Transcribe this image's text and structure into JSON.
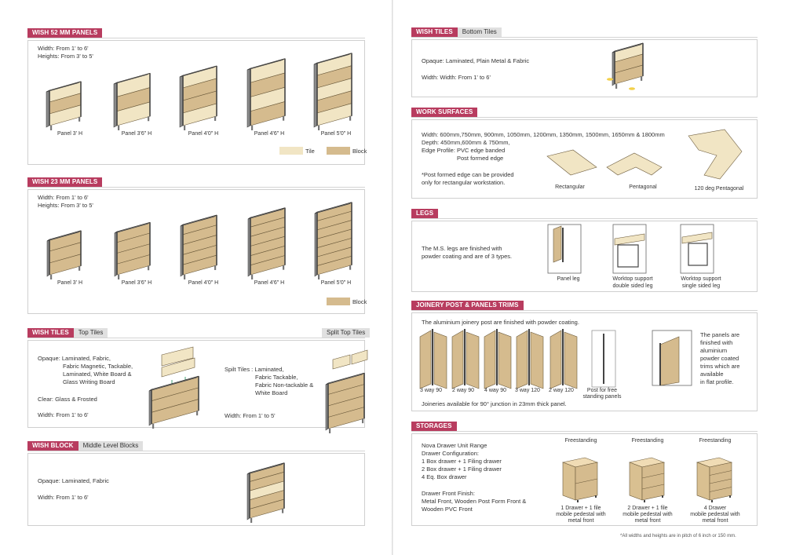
{
  "colors": {
    "accent": "#b83c5f",
    "tile": "#f1e5c4",
    "block": "#d5bb8e",
    "frame": "#666666"
  },
  "panels52": {
    "title": "WISH 52 MM PANELS",
    "width": "Width: From 1' to 6'",
    "heights": "Heights: From 3' to 5'",
    "captions": [
      "Panel 3' H",
      "Panel 3'6\" H",
      "Panel 4'0\" H",
      "Panel 4'6\" H",
      "Panel 5'0\" H"
    ],
    "legend_tile": "Tile",
    "legend_block": "Block"
  },
  "panels23": {
    "title": "WISH 23 MM PANELS",
    "width": "Width: From 1' to 6'",
    "heights": "Heights: From 3' to 5'",
    "captions": [
      "Panel 3' H",
      "Panel 3'6\" H",
      "Panel 4'0\" H",
      "Panel 4'6\" H",
      "Panel 5'0\" H"
    ],
    "legend_block": "Block"
  },
  "tiles_top": {
    "title": "WISH TILES",
    "subtitle": "Top Tiles",
    "split_label": "Split Top Tiles",
    "opaque": [
      "Opaque: Laminated, Fabric,",
      "Fabric Magnetic, Tackable,",
      "Laminated, White Board &",
      "Glass Writing Board"
    ],
    "clear": "Clear: Glass & Frosted",
    "width": "Width: From 1' to 6'",
    "split": [
      "Spilt Tiles : Laminated,",
      "Fabric Tackable,",
      "Fabric Non-tackable &",
      "White Board"
    ],
    "split_width": "Width: From 1' to 5'"
  },
  "block": {
    "title": "WISH BLOCK",
    "subtitle": "Middle Level Blocks",
    "opaque": "Opaque: Laminated, Fabric",
    "width": "Width: From 1' to 6'"
  },
  "tiles_bottom": {
    "title": "WISH TILES",
    "subtitle": "Bottom Tiles",
    "opaque": "Opaque: Laminated, Plain Metal & Fabric",
    "width": "Width: Width: From 1' to 6'"
  },
  "work": {
    "title": "WORK SURFACES",
    "lines": [
      "Width: 600mm,750mm, 900mm, 1050mm, 1200mm, 1350mm, 1500mm, 1650mm & 1800mm",
      "Depth: 450mm,600mm & 750mm,",
      "Edge Profile: PVC edge banded",
      "Post formed edge"
    ],
    "note": [
      "*Post formed edge can be provided",
      "only for rectangular workstation."
    ],
    "captions": [
      "Rectangular",
      "Pentagonal",
      "120 deg Pentagonal"
    ]
  },
  "legs": {
    "title": "LEGS",
    "desc": [
      "The M.S. legs are finished with",
      "powder coating and are of 3 types."
    ],
    "captions": [
      [
        "Panel leg"
      ],
      [
        "Worktop support",
        "double sided leg"
      ],
      [
        "Worktop support",
        "single sided leg"
      ]
    ]
  },
  "joinery": {
    "title": "JOINERY POST & PANELS TRIMS",
    "intro": "The aluminium joinery post are finished with powder coating.",
    "captions": [
      [
        "3 way 90"
      ],
      [
        "2 way 90"
      ],
      [
        "4 way 90"
      ],
      [
        "3 way 120"
      ],
      [
        "2 way 120"
      ],
      [
        "Post for free",
        "standing panels"
      ]
    ],
    "note": "Joineries available for 90° junction in 23mm thick panel.",
    "trims": [
      "The panels are",
      "finished with",
      "aluminium",
      "powder coated",
      "trims which are",
      "available",
      "in flat profile."
    ]
  },
  "storages": {
    "title": "STORAGES",
    "lines": [
      "Nova Drawer Unit Range",
      "Drawer Configuration:",
      "1 Box drawer + 1 Filing drawer",
      "2 Box drawer + 1 Filing drawer",
      "4 Eq. Box drawer",
      "",
      "Drawer Front Finish:",
      "Metal Front, Wooden Post Form Front &",
      "Wooden PVC Front"
    ],
    "units": [
      {
        "label": "Freestanding",
        "caption": [
          "1 Drawer + 1 file",
          "mobile pedestal with",
          "metal front"
        ]
      },
      {
        "label": "Freestanding",
        "caption": [
          "2 Drawer + 1 file",
          "mobile pedestal with",
          "metal front"
        ]
      },
      {
        "label": "Freestanding",
        "caption": [
          "4 Drawer",
          "mobile pedestal with",
          "metal front"
        ]
      }
    ]
  },
  "footnote": "*All widths and heights are in pitch of 6 inch or 150 mm."
}
